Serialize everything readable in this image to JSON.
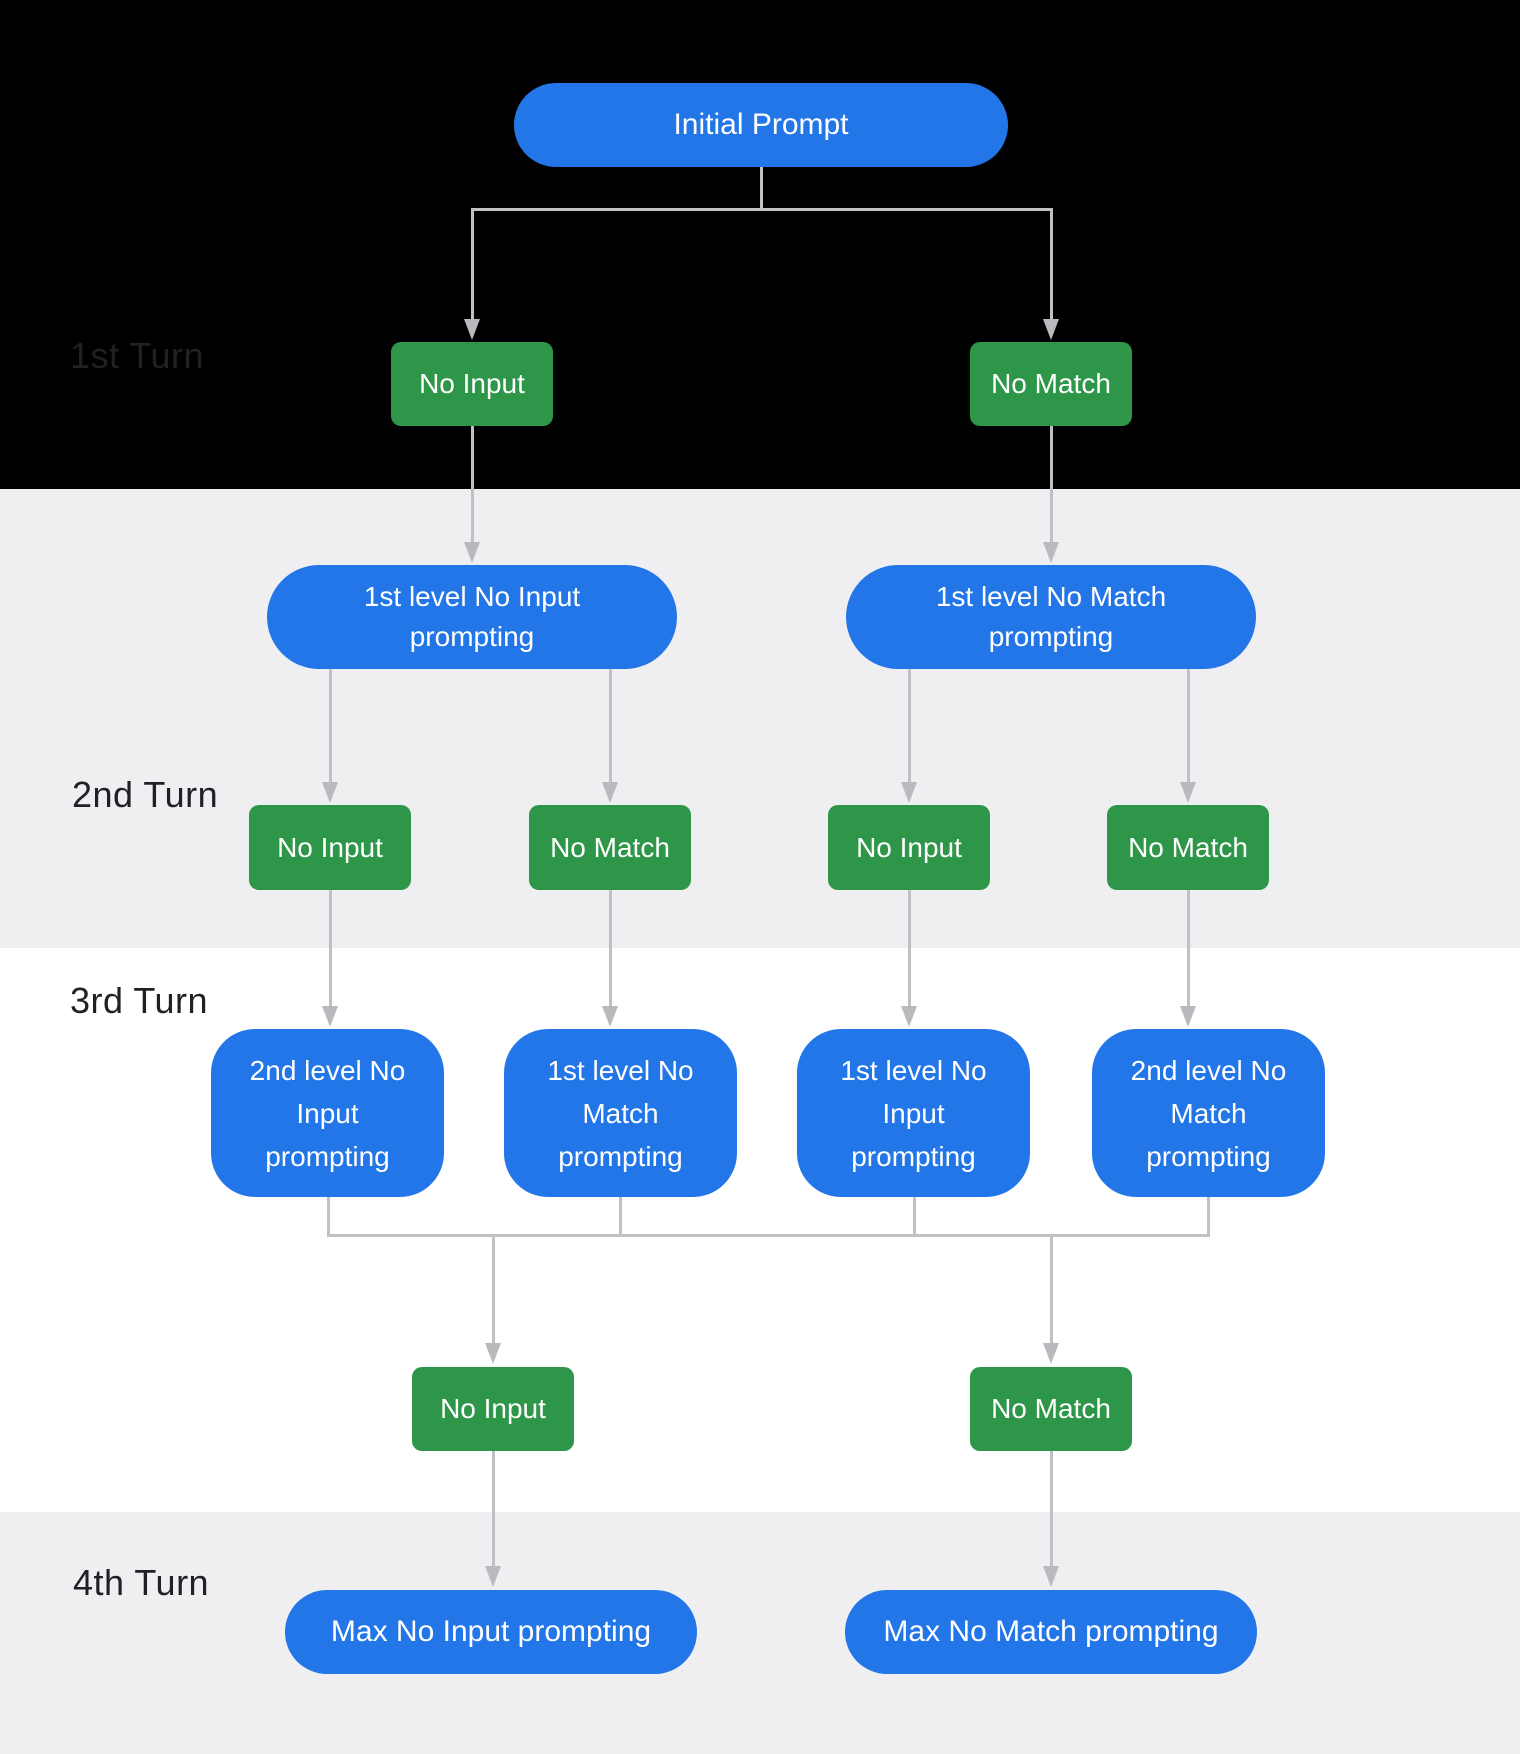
{
  "diagram": {
    "turn_labels": {
      "first": "1st Turn",
      "second": "2nd Turn",
      "third": "3rd Turn",
      "fourth": "4th Turn"
    },
    "nodes": {
      "initial_prompt": "Initial Prompt",
      "t1_no_input": "No Input",
      "t1_no_match": "No Match",
      "t2_no_input_prompting": "1st level No Input\nprompting",
      "t2_no_match_prompting": "1st level No Match\nprompting",
      "t2_no_input_a": "No Input",
      "t2_no_match_a": "No Match",
      "t2_no_input_b": "No Input",
      "t2_no_match_b": "No Match",
      "t3_no_input_2nd": "2nd level No\nInput\nprompting",
      "t3_no_match_1st": "1st level No\nMatch\nprompting",
      "t3_no_input_1st": "1st level No\nInput\nprompting",
      "t3_no_match_2nd": "2nd level No\nMatch\nprompting",
      "t4_no_input": "No Input",
      "t4_no_match": "No Match",
      "max_no_input": "Max No Input prompting",
      "max_no_match": "Max No Match prompting"
    },
    "colors": {
      "node_blue": "#2276e8",
      "node_green": "#2e9648",
      "connector_gray": "#c0c1c5",
      "band_black": "#000000",
      "band_gray": "#efeff1",
      "band_white": "#ffffff",
      "label_dark": "#202124"
    }
  }
}
